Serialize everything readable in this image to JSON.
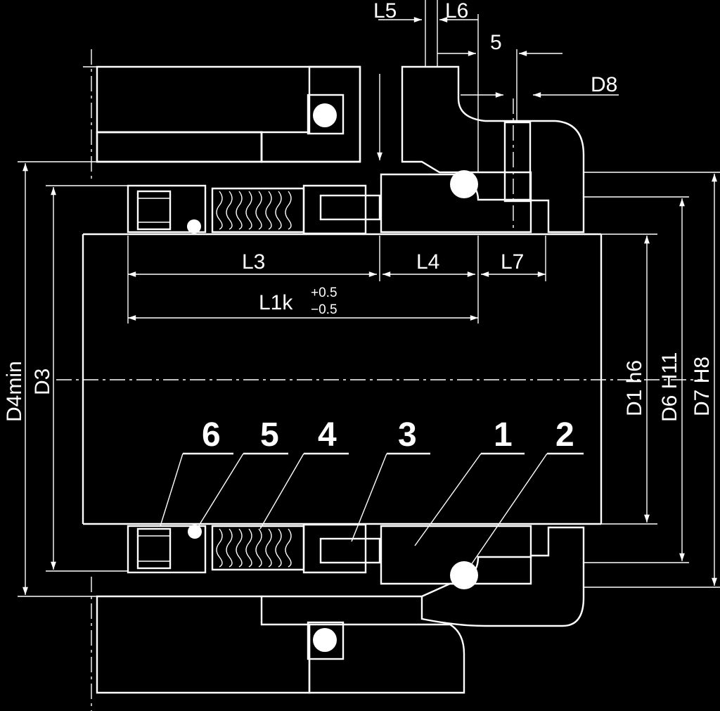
{
  "colors": {
    "background": "#000000",
    "line": "#ffffff"
  },
  "dimensions": {
    "l5": "L5",
    "l6": "L6",
    "five": "5",
    "d8": "D8",
    "l3": "L3",
    "l4": "L4",
    "l7": "L7",
    "l1k": "L1k",
    "tol_plus": "+0.5",
    "tol_minus": "−0.5",
    "d4min": "D4min",
    "d3": "D3",
    "d1": "D1  h6",
    "d6": "D6  H11",
    "d7": "D7  H8"
  },
  "parts": [
    "6",
    "5",
    "4",
    "3",
    "1",
    "2"
  ]
}
